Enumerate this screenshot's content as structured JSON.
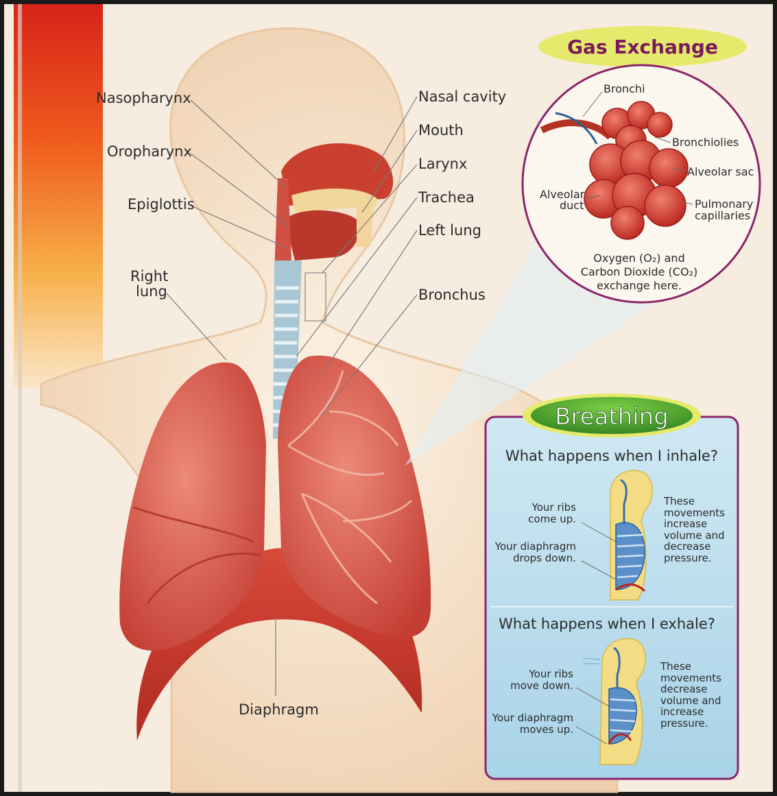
{
  "anatomy_labels": {
    "nasopharynx": "Nasopharynx",
    "oropharynx": "Oropharynx",
    "epiglottis": "Epiglottis",
    "right_lung_1": "Right",
    "right_lung_2": "lung",
    "nasal_cavity": "Nasal cavity",
    "mouth": "Mouth",
    "larynx": "Larynx",
    "trachea": "Trachea",
    "left_lung": "Left lung",
    "bronchus": "Bronchus",
    "diaphragm": "Diaphragm"
  },
  "gas_exchange": {
    "title": "Gas Exchange",
    "bronchi": "Bronchi",
    "bronchioles": "Bronchiolies",
    "alveolar_sac": "Alveolar sac",
    "alveolar_duct_1": "Alveolar",
    "alveolar_duct_2": "duct",
    "pulmonary_1": "Pulmonary",
    "pulmonary_2": "capillaries",
    "caption_1": "Oxygen (O₂) and",
    "caption_2": "Carbon Dioxide (CO₂)",
    "caption_3": "exchange here."
  },
  "breathing": {
    "title": "Breathing",
    "inhale": {
      "question": "What happens when I inhale?",
      "ribs_1": "Your ribs",
      "ribs_2": "come up.",
      "diaphragm_1": "Your diaphragm",
      "diaphragm_2": "drops down.",
      "note": [
        "These",
        "movements",
        "increase",
        "volume and",
        "decrease",
        "pressure."
      ]
    },
    "exhale": {
      "question": "What happens when I exhale?",
      "ribs_1": "Your ribs",
      "ribs_2": "move down.",
      "diaphragm_1": "Your diaphragm",
      "diaphragm_2": "moves up.",
      "note": [
        "These",
        "movements",
        "decrease",
        "volume and",
        "increase",
        "pressure."
      ]
    }
  },
  "colors": {
    "lung": "#d8564a",
    "diaphragm": "#c9362a",
    "skin": "#f3dcc4",
    "panel": "#bfe0ef",
    "badge_green": "#3c9a2a",
    "badge_yellow": "#e4ea6a",
    "title_purple": "#7a1a5a"
  }
}
